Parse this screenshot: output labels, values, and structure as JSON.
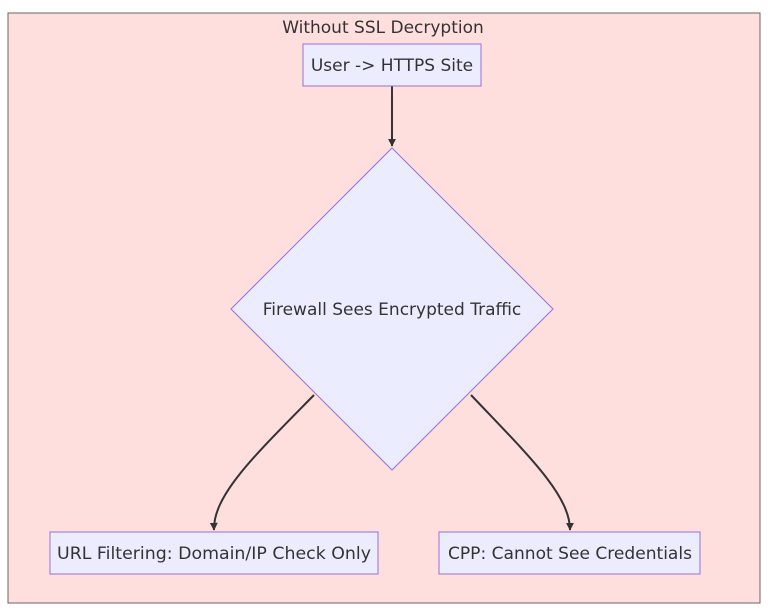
{
  "cluster": {
    "title": "Without SSL Decryption",
    "fill": "#ffdede",
    "stroke": "#666666"
  },
  "node_style": {
    "fill": "#ececff",
    "stroke": "#9370db",
    "text_color": "#333333"
  },
  "edge_style": {
    "stroke": "#333333"
  },
  "nodes": {
    "start": {
      "label": "User -> HTTPS Site",
      "shape": "rect"
    },
    "decision": {
      "label": "Firewall Sees Encrypted Traffic",
      "shape": "diamond"
    },
    "left": {
      "label": "URL Filtering: Domain/IP Check Only",
      "shape": "rect"
    },
    "right": {
      "label": "CPP: Cannot See Credentials",
      "shape": "rect"
    }
  },
  "edges": [
    {
      "from": "start",
      "to": "decision"
    },
    {
      "from": "decision",
      "to": "left"
    },
    {
      "from": "decision",
      "to": "right"
    }
  ]
}
